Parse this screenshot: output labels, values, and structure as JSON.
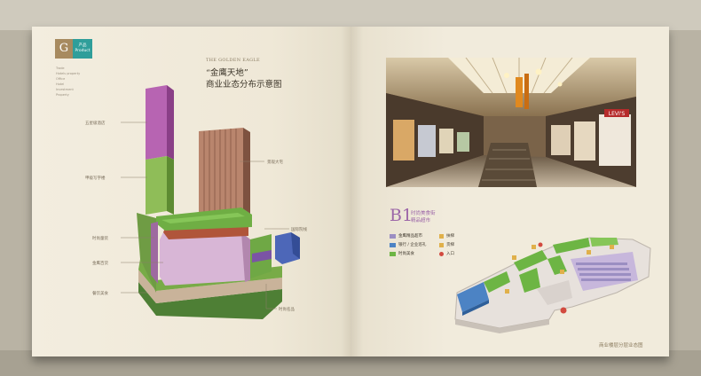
{
  "logo": {
    "letter": "G",
    "label_cn": "产品",
    "label_en": "Product"
  },
  "menu": [
    "Trade",
    "Hotels property",
    "Office",
    "Hotel",
    "Investment",
    "Property"
  ],
  "brand_en": "THE GOLDEN EAGLE",
  "title_line1": "“金鹰天地”",
  "title_line2": "商业业态分布示意图",
  "callouts": {
    "c1": "五星级酒店",
    "c2": "甲级写字楼",
    "c3": "时尚童装",
    "c4": "金鹰百货",
    "c5": "餐饮美食",
    "c6": "景观大宅",
    "c7": "国际院线",
    "c8": "时尚名品"
  },
  "store_sign": "LEVI'S",
  "b1": {
    "mark": "B1",
    "line1": "时尚美食街",
    "line2": "精品超市"
  },
  "legend": [
    {
      "label": "金鹰精品超市",
      "color": "#9b8ec2"
    },
    {
      "label": "银行 / 企业巡礼",
      "color": "#4c83c4"
    },
    {
      "label": "时尚美食",
      "color": "#6db544"
    },
    {
      "label": "扶梯",
      "icon": "escalator-icon"
    },
    {
      "label": "货梯",
      "icon": "freight-elevator-icon"
    },
    {
      "label": "入口",
      "icon": "entrance-icon"
    }
  ],
  "caption": "商业楼层分层业态图"
}
